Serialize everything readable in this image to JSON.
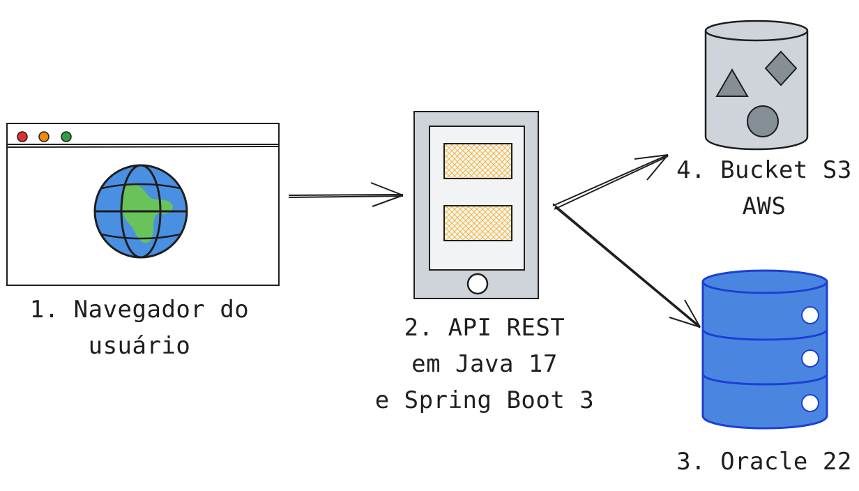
{
  "nodes": {
    "browser": {
      "line1": "1. Navegador do",
      "line2": "usuário"
    },
    "api": {
      "line1": "2. API REST",
      "line2": "em Java 17",
      "line3": "e Spring Boot 3"
    },
    "s3": {
      "line1": "4. Bucket S3",
      "line2": "AWS"
    },
    "oracle": {
      "line1": "3. Oracle 22"
    }
  },
  "colors": {
    "stroke": "#1e1e1e",
    "browser_red": "#e03131",
    "browser_yellow": "#f08c00",
    "browser_green": "#2f9e44",
    "globe_ocean": "#4a90e2",
    "globe_land": "#69c35a",
    "device_gray": "#ced4da",
    "device_screen": "#f1f3f5",
    "device_pattern": "#f5b731",
    "bucket_gray": "#ced4da",
    "shape_gray": "#868e96",
    "db_blue": "#4a86e0",
    "db_stroke": "#1c3fd6"
  },
  "edges": [
    {
      "from": "browser",
      "to": "api"
    },
    {
      "from": "api",
      "to": "s3"
    },
    {
      "from": "api",
      "to": "oracle"
    }
  ]
}
